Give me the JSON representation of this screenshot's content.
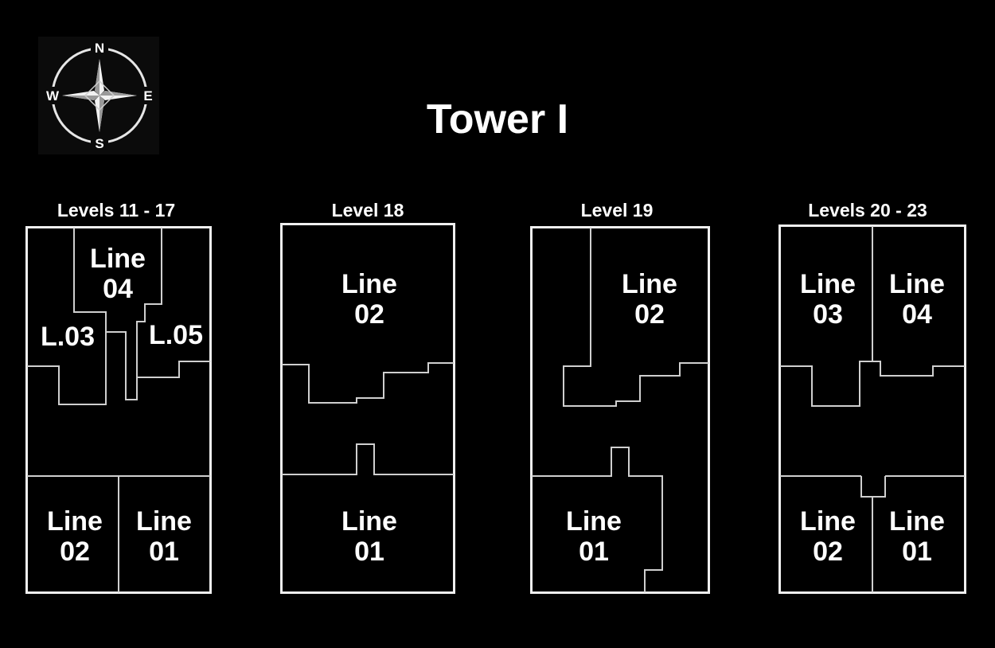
{
  "title": "Tower I",
  "compass": {
    "north": "N",
    "south": "S",
    "east": "E",
    "west": "W"
  },
  "colors": {
    "background": "#000000",
    "line": "#e0e0e0",
    "text": "#ffffff"
  },
  "plans": [
    {
      "label": "Levels 11 - 17",
      "units": [
        {
          "line1": "Line",
          "line2": "04"
        },
        {
          "line1": "L.03",
          "line2": ""
        },
        {
          "line1": "L.05",
          "line2": ""
        },
        {
          "line1": "Line",
          "line2": "02"
        },
        {
          "line1": "Line",
          "line2": "01"
        }
      ]
    },
    {
      "label": "Level 18",
      "units": [
        {
          "line1": "Line",
          "line2": "02"
        },
        {
          "line1": "Line",
          "line2": "01"
        }
      ]
    },
    {
      "label": "Level 19",
      "units": [
        {
          "line1": "Line",
          "line2": "02"
        },
        {
          "line1": "Line",
          "line2": "01"
        }
      ]
    },
    {
      "label": "Levels 20 - 23",
      "units": [
        {
          "line1": "Line",
          "line2": "03"
        },
        {
          "line1": "Line",
          "line2": "04"
        },
        {
          "line1": "Line",
          "line2": "02"
        },
        {
          "line1": "Line",
          "line2": "01"
        }
      ]
    }
  ]
}
